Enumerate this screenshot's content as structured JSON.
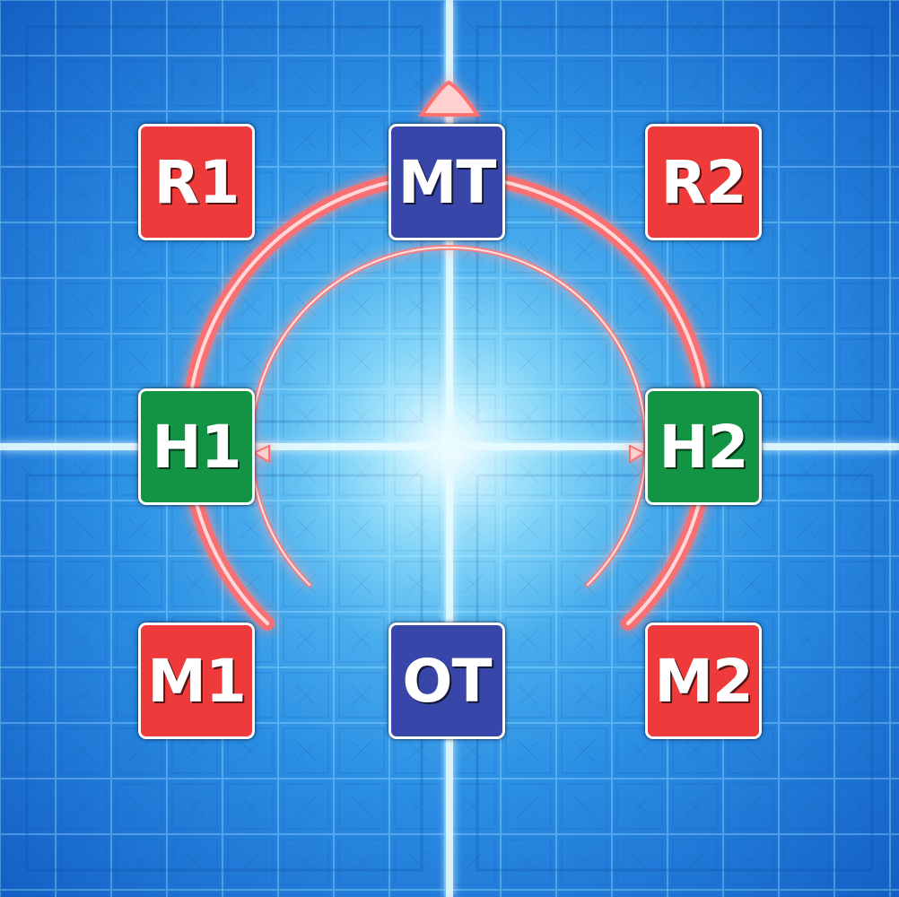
{
  "colors": {
    "dps": "#ee3a3a",
    "tank": "#3746a8",
    "healer": "#139444",
    "arena_light": "#9ee4ff",
    "arena_dark": "#1259c0",
    "arc": "#ff5a5a"
  },
  "markers": {
    "r1": {
      "label": "R1",
      "role": "dps"
    },
    "mt": {
      "label": "MT",
      "role": "tank"
    },
    "r2": {
      "label": "R2",
      "role": "dps"
    },
    "h1": {
      "label": "H1",
      "role": "healer"
    },
    "h2": {
      "label": "H2",
      "role": "healer"
    },
    "m1": {
      "label": "M1",
      "role": "dps"
    },
    "ot": {
      "label": "OT",
      "role": "tank"
    },
    "m2": {
      "label": "M2",
      "role": "dps"
    }
  }
}
